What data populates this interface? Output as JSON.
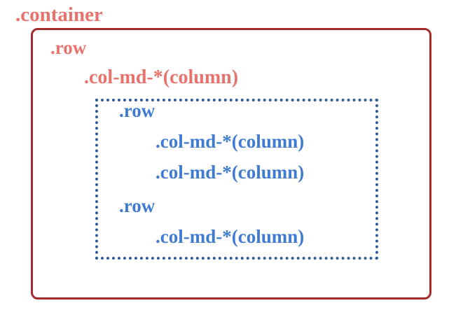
{
  "diagram": {
    "container_label": ".container",
    "outer_row_label": ".row",
    "outer_col_label": ".col-md-*(column)",
    "nested": {
      "rows": [
        {
          "label": ".row",
          "columns": [
            ".col-md-*(column)",
            ".col-md-*(column)"
          ]
        },
        {
          "label": ".row",
          "columns": [
            ".col-md-*(column)"
          ]
        }
      ]
    }
  },
  "colors": {
    "container_border": "#a52a2a",
    "outer_text": "#e8736c",
    "inner_text": "#3f7bd1",
    "inner_border": "#2f5c9a"
  }
}
